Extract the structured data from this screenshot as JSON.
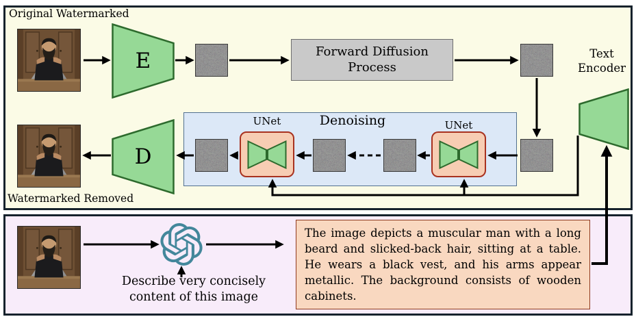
{
  "figure": {
    "top_panel": {
      "original_label": "Original Watermarked",
      "removed_label": "Watermarked Removed",
      "encoder_label": "E",
      "decoder_label": "D",
      "forward_diffusion_label": "Forward Diffusion Process",
      "text_encoder_label": "Text Encoder",
      "denoising_label": "Denoising",
      "unet_left_label": "UNet",
      "unet_right_label": "UNet"
    },
    "bottom_panel": {
      "instruction_label": "Describe very concisely content of this image",
      "caption_text": "The image depicts a muscular man with a long beard and slicked-back hair, sitting at a table. He wears a black vest, and his arms appear metallic. The background consists of wooden cabinets."
    },
    "icons": {
      "chatgpt_logo": "chatgpt-knot-logo",
      "noise_patch": "gaussian-noise-texture",
      "portrait": "bearded-man-photo",
      "encoder_shape": "green-trapezoid",
      "unet_icon": "green-bowtie"
    },
    "colors": {
      "top_panel_bg": "#fbfbe6",
      "bottom_panel_bg": "#f8ecfa",
      "panel_border": "#16222c",
      "shape_green": "#96d996",
      "green_border": "#2d6a2d",
      "forward_box_bg": "#c9c9c9",
      "denoising_bg": "#dce8f7",
      "unet_bg": "#f7cdb3",
      "unet_border": "#a8311f",
      "caption_bg": "#f9d8c0",
      "logo_teal": "#43879b",
      "arrow_black": "#000000"
    }
  }
}
